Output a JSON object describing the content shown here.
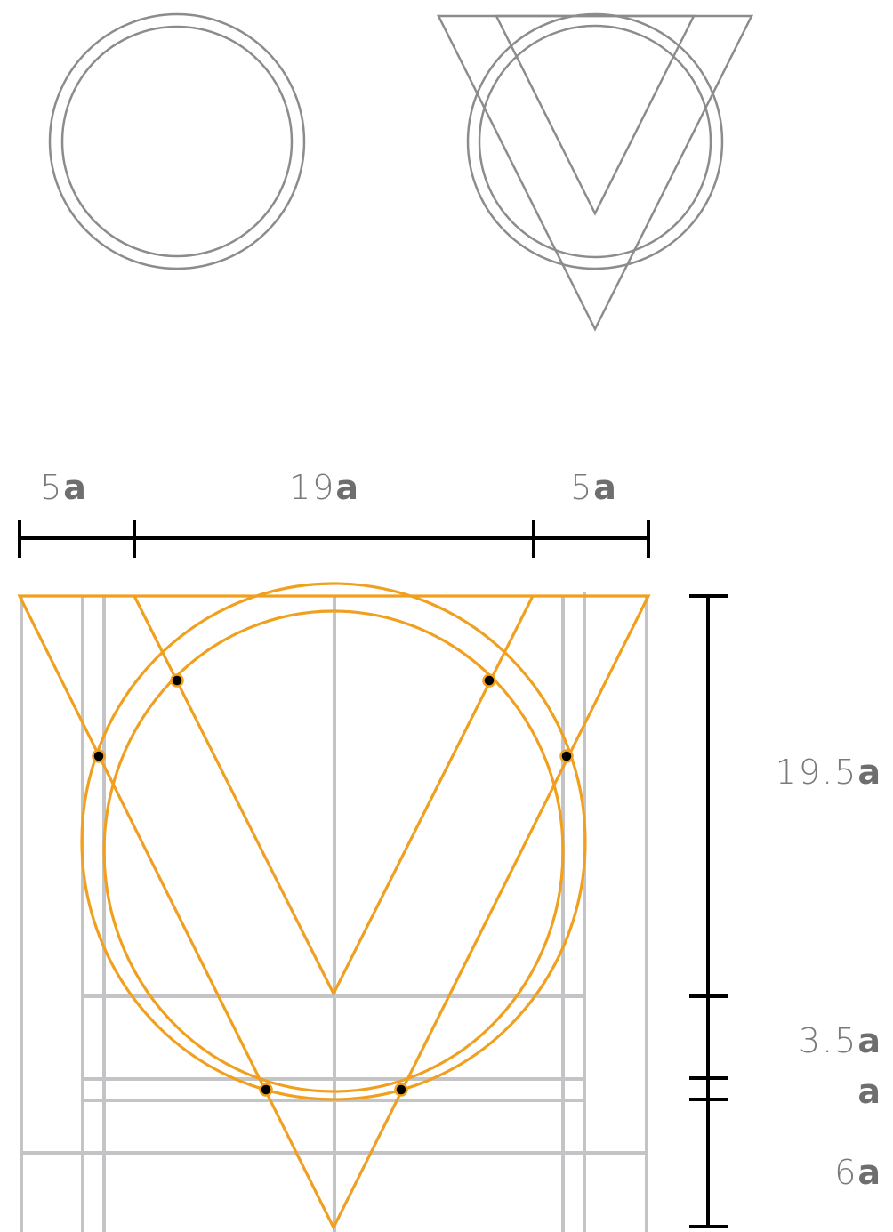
{
  "colors": {
    "sketch": "#8c8c8c",
    "grid": "#c4c4c6",
    "construction": "#f0a01e",
    "dimension": "#000000",
    "label": "#7a7a7a"
  },
  "dimensions": {
    "top": [
      {
        "value": "5",
        "unit": "a"
      },
      {
        "value": "19",
        "unit": "a"
      },
      {
        "value": "5",
        "unit": "a"
      }
    ],
    "right": [
      {
        "value": "19.5",
        "unit": "a"
      },
      {
        "value": "3.5",
        "unit": "a"
      },
      {
        "value": "",
        "unit": "a"
      },
      {
        "value": "6",
        "unit": "a"
      }
    ]
  }
}
